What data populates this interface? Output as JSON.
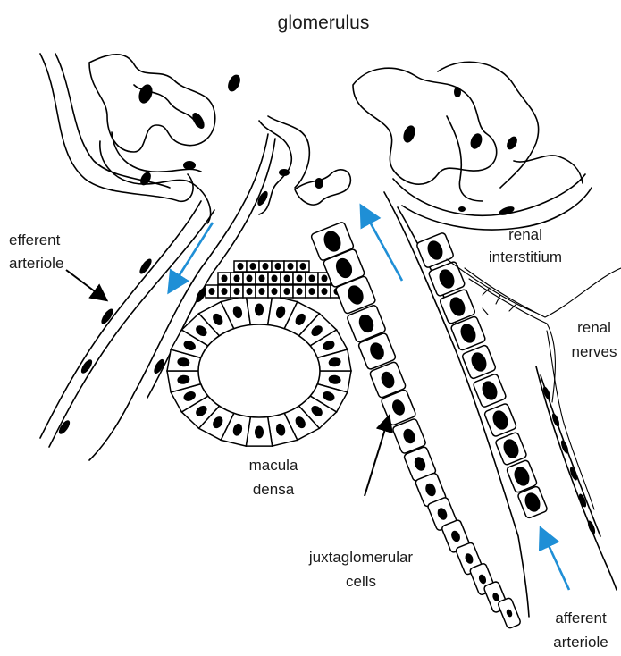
{
  "labels": {
    "glomerulus": "glomerulus",
    "efferent_line1": "efferent",
    "efferent_line2": "arteriole",
    "renal_int_line1": "renal",
    "renal_int_line2": "interstitium",
    "renal_nerves_line1": "renal",
    "renal_nerves_line2": "nerves",
    "macula_line1": "macula",
    "macula_line2": "densa",
    "juxta_line1": "juxtaglomerular",
    "juxta_line2": "cells",
    "afferent_line1": "afferent",
    "afferent_line2": "arteriole"
  },
  "colors": {
    "flow_arrow": "#1f8fd6",
    "ink": "#000000"
  }
}
